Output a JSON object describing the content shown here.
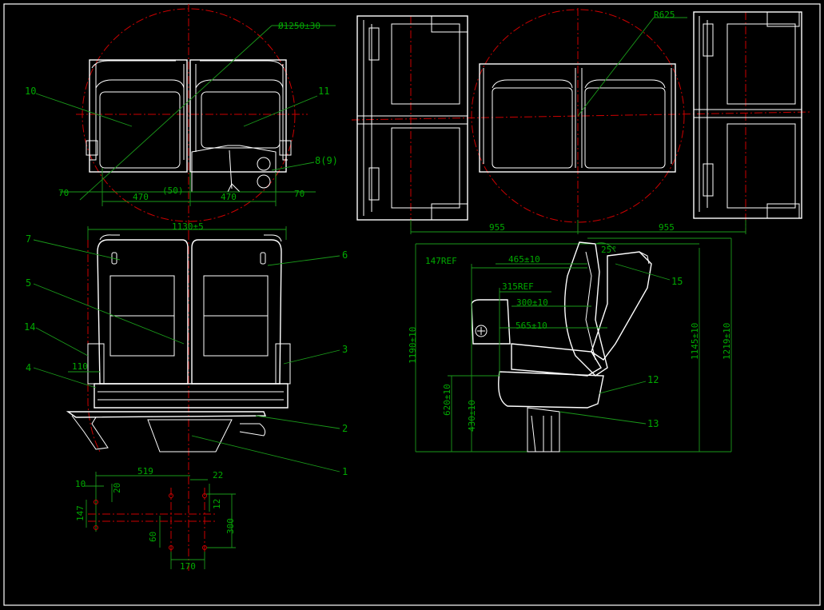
{
  "drawing": {
    "background": "#000000",
    "frame_color": "#ffffff",
    "dimension_color": "#00aa00",
    "centerline_color": "#cc0000"
  },
  "top_view_left": {
    "dia_label": "Ø1250±30",
    "dims": [
      "70",
      "470",
      "(50)",
      "470",
      "70"
    ],
    "callouts": [
      "10",
      "11",
      "8(9)"
    ]
  },
  "top_view_right": {
    "radius_label": "R625",
    "dims": [
      "955",
      "955"
    ]
  },
  "front_view": {
    "width_label": "1130±5",
    "side_dim": "110",
    "callouts": [
      "7",
      "6",
      "5",
      "14",
      "3",
      "4",
      "2",
      "1"
    ]
  },
  "side_view": {
    "dims": {
      "d147": "147REF",
      "d465": "465±10",
      "d315": "315REF",
      "d300": "300±10",
      "d565": "565±10",
      "angle": "25°",
      "h1190": "1190±10",
      "h620": "620±10",
      "h430": "430±10",
      "h1145": "1145±10",
      "h1219": "1219±10"
    },
    "callouts": [
      "15",
      "12",
      "13"
    ]
  },
  "bolt_pattern": {
    "dims": {
      "d519": "519",
      "d10": "10",
      "d20": "20",
      "d22": "22",
      "d147": "147",
      "d12": "12",
      "d300": "300",
      "d60": "60",
      "d170": "170"
    }
  }
}
